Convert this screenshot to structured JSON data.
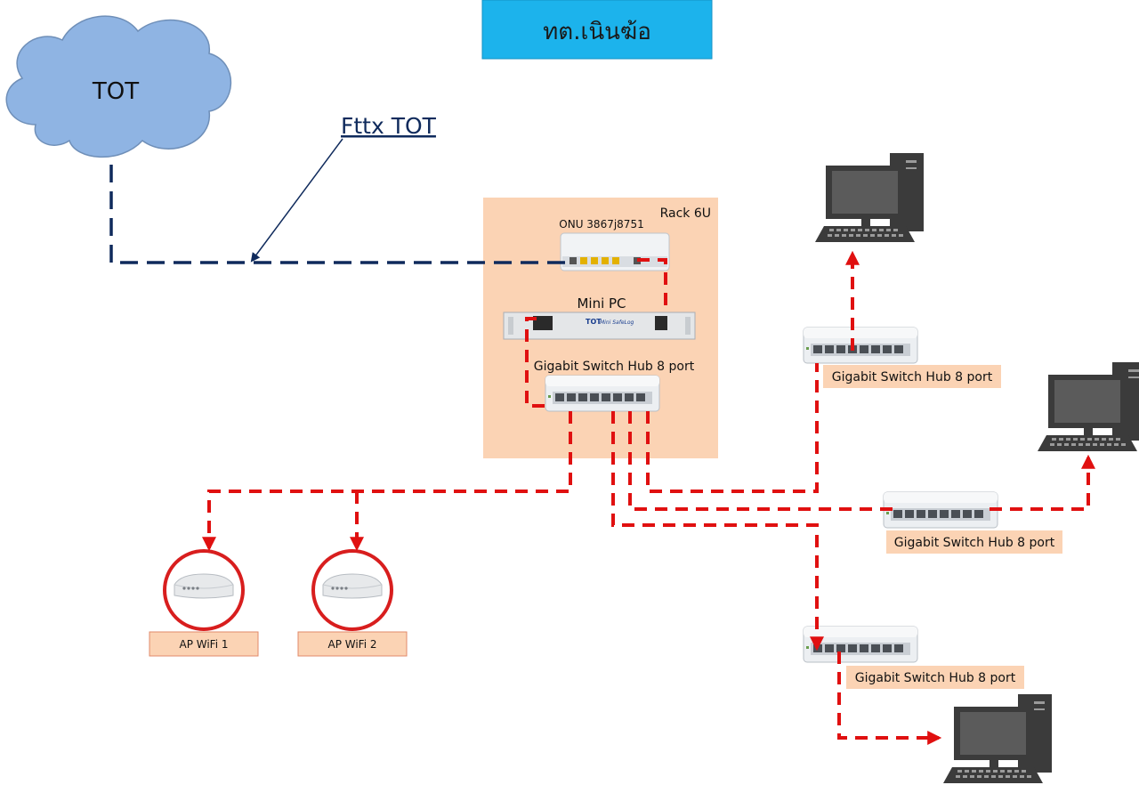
{
  "title": "ทต.เนินฆ้อ",
  "cloud_label": "TOT",
  "fttx_label": "Fttx TOT",
  "rack": {
    "label": "Rack 6U",
    "onu_label": "ONU 3867j8751",
    "minipc_label": "Mini PC",
    "switch_label": "Gigabit Switch Hub 8 port",
    "minipc_brand": "TOT",
    "minipc_model": "Mini SafeLog"
  },
  "switches": [
    {
      "label": "Gigabit Switch Hub 8 port"
    },
    {
      "label": "Gigabit Switch Hub 8 port"
    },
    {
      "label": "Gigabit Switch Hub 8 port"
    }
  ],
  "access_points": [
    {
      "label": "AP WiFi 1"
    },
    {
      "label": "AP WiFi 2"
    }
  ],
  "colors": {
    "title_bg": "#1cb3ec",
    "cloud_fill": "#8fb4e3",
    "rack_bg": "#fbd3b4",
    "label_bg": "#fbd3b4",
    "red_link": "#e01010",
    "fiber_link": "#0f2a5c"
  },
  "icons": [
    "cloud-icon",
    "onu-icon",
    "mini-pc-icon",
    "switch-icon",
    "computer-icon",
    "wifi-ap-icon"
  ]
}
